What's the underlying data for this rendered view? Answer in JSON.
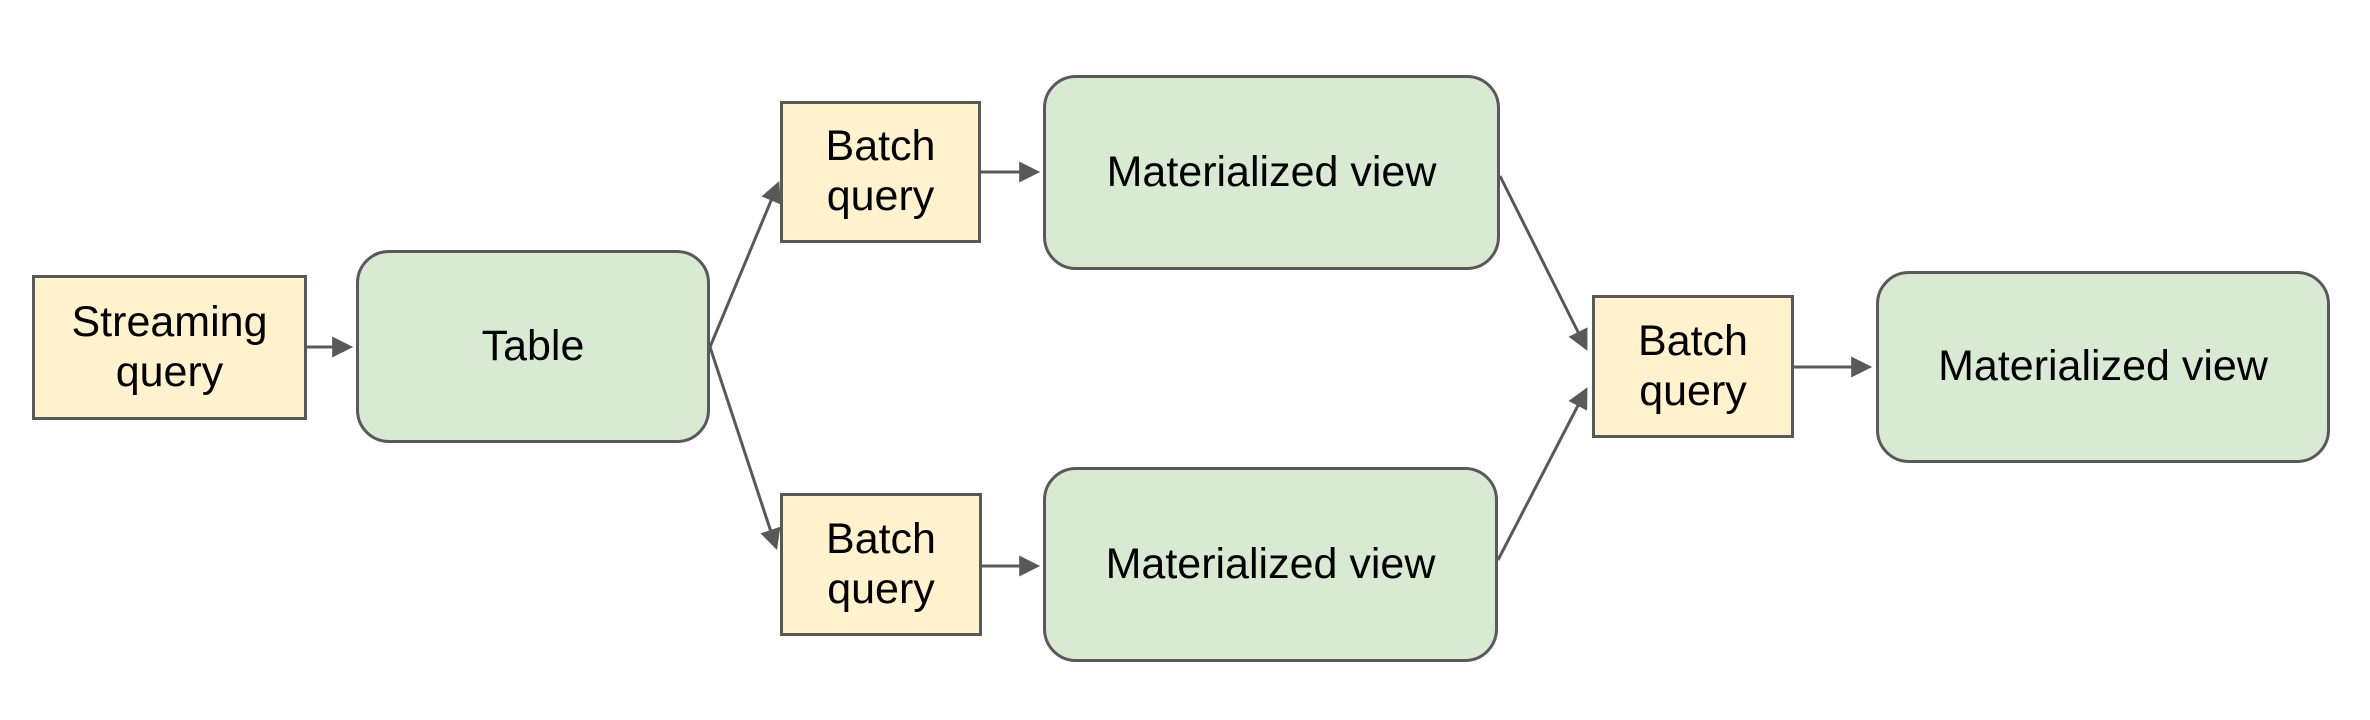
{
  "diagram": {
    "nodes": {
      "streaming_query": {
        "label": "Streaming query",
        "type": "query"
      },
      "table": {
        "label": "Table",
        "type": "dataset"
      },
      "batch_query_top": {
        "label": "Batch query",
        "type": "query"
      },
      "materialized_view_top": {
        "label": "Materialized view",
        "type": "dataset"
      },
      "batch_query_bottom": {
        "label": "Batch query",
        "type": "query"
      },
      "materialized_view_bottom": {
        "label": "Materialized view",
        "type": "dataset"
      },
      "batch_query_right": {
        "label": "Batch query",
        "type": "query"
      },
      "materialized_view_right": {
        "label": "Materialized view",
        "type": "dataset"
      }
    },
    "edges": [
      {
        "from": "streaming_query",
        "to": "table"
      },
      {
        "from": "table",
        "to": "batch_query_top"
      },
      {
        "from": "batch_query_top",
        "to": "materialized_view_top"
      },
      {
        "from": "table",
        "to": "batch_query_bottom"
      },
      {
        "from": "batch_query_bottom",
        "to": "materialized_view_bottom"
      },
      {
        "from": "materialized_view_top",
        "to": "batch_query_right"
      },
      {
        "from": "materialized_view_bottom",
        "to": "batch_query_right"
      },
      {
        "from": "batch_query_right",
        "to": "materialized_view_right"
      }
    ]
  },
  "colors": {
    "background": "#ffffff",
    "query_fill": "#fff2cc",
    "dataset_fill": "#d9ead3",
    "box_border": "#595959",
    "edge": "#595959",
    "text": "#000000"
  }
}
